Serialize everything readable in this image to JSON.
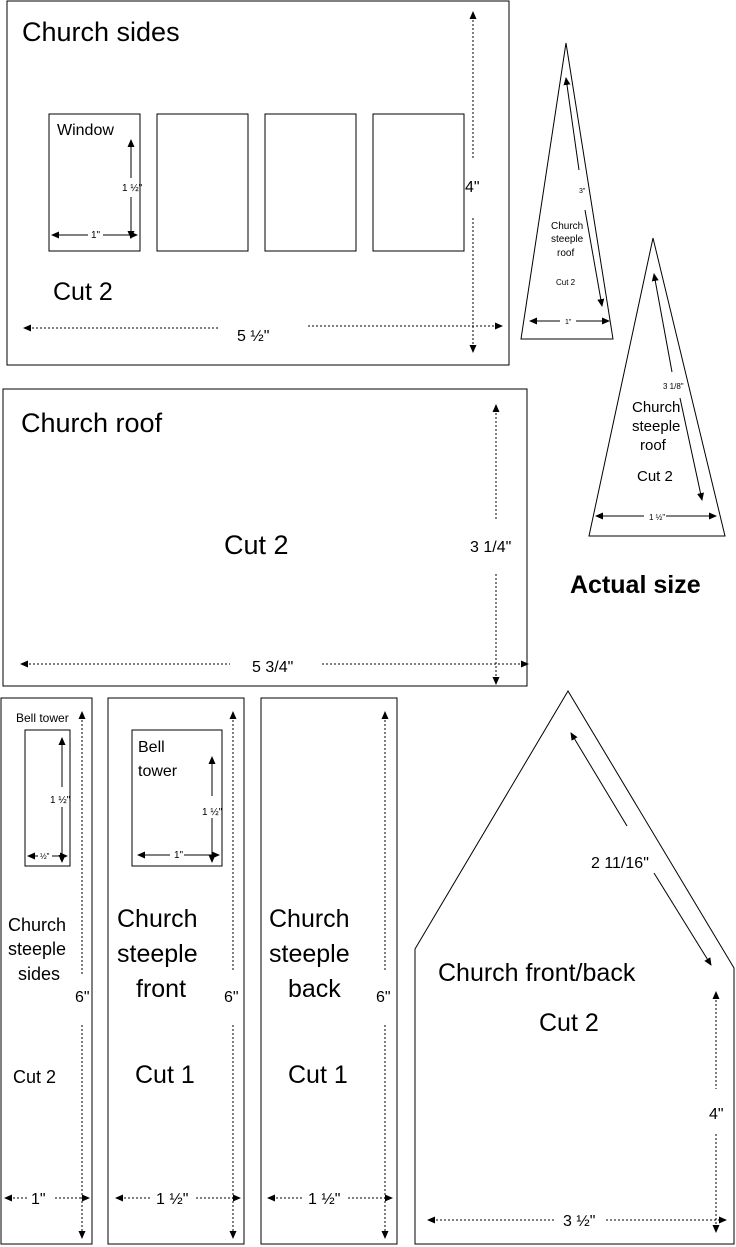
{
  "church_sides": {
    "title": "Church sides",
    "window_label": "Window",
    "window_height": "1 ½\"",
    "window_width": "1\"",
    "cut": "Cut 2",
    "width": "5 ½\"",
    "height": "4\""
  },
  "steeple_roof_small": {
    "label_line1": "Church",
    "label_line2": "steeple",
    "label_line3": "roof",
    "cut": "Cut 2",
    "side": "3\"",
    "base": "1\""
  },
  "steeple_roof_actual": {
    "label_line1": "Church",
    "label_line2": "steeple",
    "label_line3": "roof",
    "cut": "Cut 2",
    "side": "3 1/8\"",
    "base": "1 ½\""
  },
  "actual_size_label": "Actual size",
  "church_roof": {
    "title": "Church roof",
    "cut": "Cut 2",
    "height": "3 1/4\"",
    "width": "5 3/4\""
  },
  "steeple_sides": {
    "bell_label": "Bell tower",
    "bell_height": "1 ½\"",
    "bell_width": "½\"",
    "label_line1": "Church",
    "label_line2": "steeple",
    "label_line3": "sides",
    "cut": "Cut 2",
    "height": "6\"",
    "width": "1\""
  },
  "steeple_front": {
    "bell_label_line1": "Bell",
    "bell_label_line2": "tower",
    "bell_height": "1 ½\"",
    "bell_width": "1\"",
    "label_line1": "Church",
    "label_line2": "steeple",
    "label_line3": "front",
    "cut": "Cut 1",
    "height": "6\"",
    "width": "1 ½\""
  },
  "steeple_back": {
    "label_line1": "Church",
    "label_line2": "steeple",
    "label_line3": "back",
    "cut": "Cut 1",
    "height": "6\"",
    "width": "1 ½\""
  },
  "church_front_back": {
    "title": "Church front/back",
    "cut": "Cut 2",
    "roof_edge": "2 11/16\"",
    "wall_height": "4\"",
    "width": "3 ½\""
  }
}
